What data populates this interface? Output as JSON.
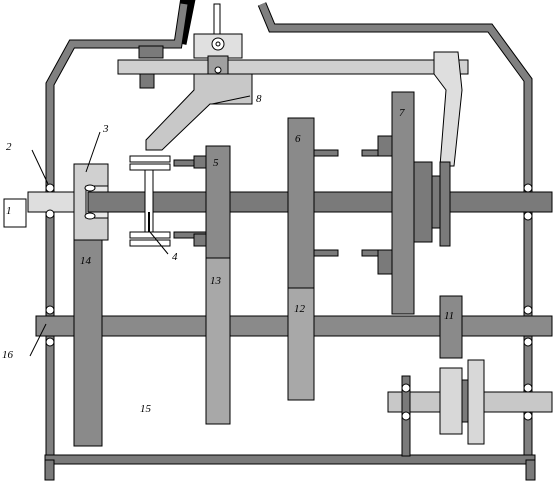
{
  "labels": {
    "l1": "1",
    "l2": "2",
    "l3": "3",
    "l4": "4",
    "l5": "5",
    "l6": "6",
    "l7": "7",
    "l8": "8",
    "l11": "11",
    "l12": "12",
    "l13": "13",
    "l14": "14",
    "l15": "15",
    "l16": "16"
  }
}
